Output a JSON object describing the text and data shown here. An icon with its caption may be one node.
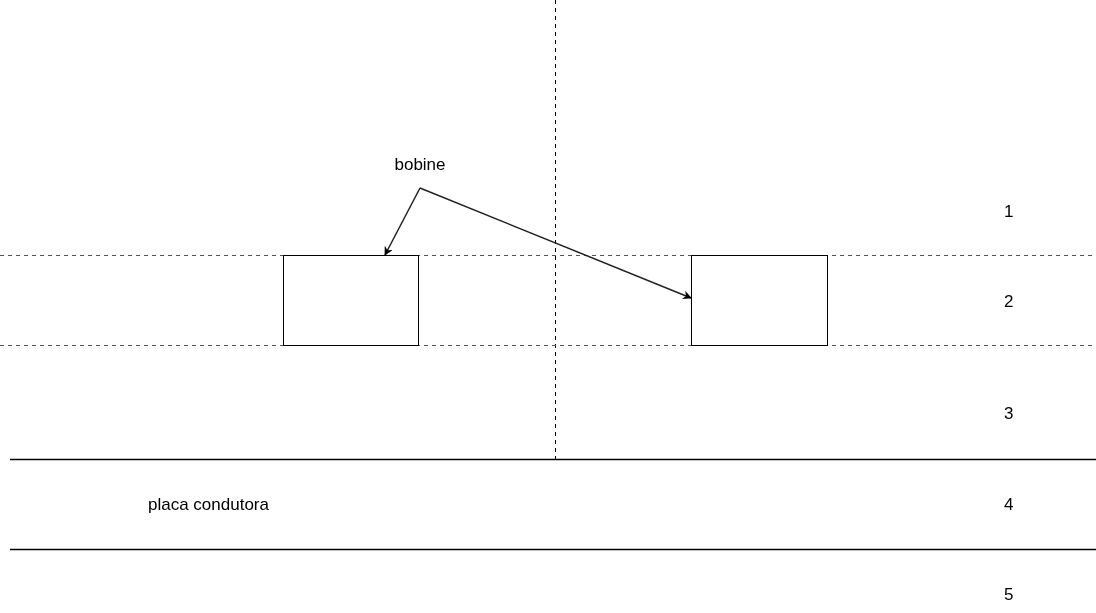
{
  "diagram": {
    "nodes": [
      {
        "text": [
          "bobine"
        ]
      },
      {
        "text": [],
        "shape": "box"
      },
      {
        "text": [],
        "shape": "box"
      }
    ],
    "edges": [
      {
        "from": 0,
        "to": 1,
        "arrow": "to"
      },
      {
        "from": 0,
        "to": 2,
        "arrow": "to"
      }
    ],
    "labels": [
      "1",
      "2",
      "3",
      "placa condutora",
      "4",
      "5"
    ]
  }
}
